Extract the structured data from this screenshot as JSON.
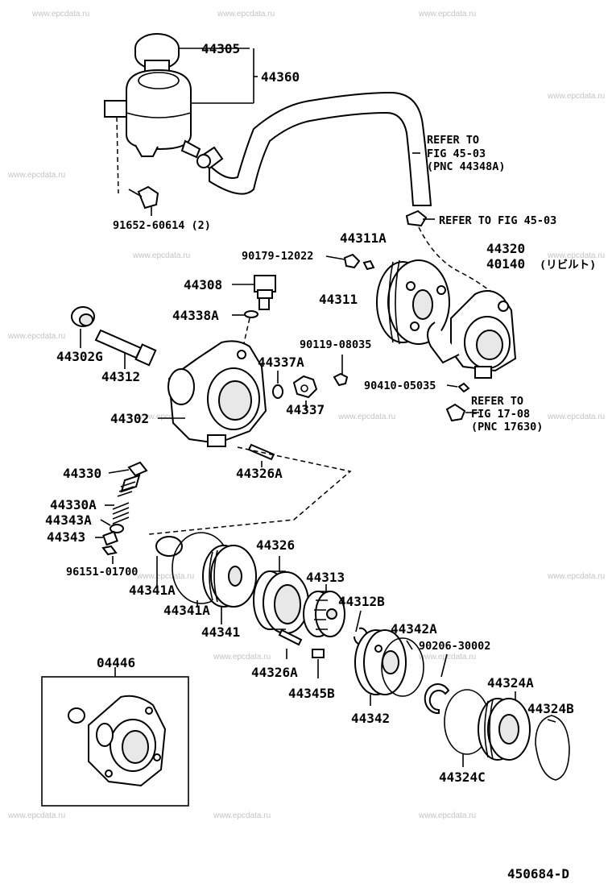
{
  "watermark": "www.epcdata.ru",
  "diagram_id": "450684-D",
  "labels": {
    "p44305": "44305",
    "p44360": "44360",
    "refer1a": "REFER TO",
    "refer1b": "FIG 45-03",
    "refer1c": "(PNC 44348A)",
    "p91652": "91652-60614 (2)",
    "refer2": "REFER TO FIG 45-03",
    "p44311A": "44311A",
    "p90179": "90179-12022",
    "p44320": "44320",
    "p40140": "40140",
    "rebuilt": "(リビルト)",
    "p44308": "44308",
    "p44338A": "44338A",
    "p44311": "44311",
    "p44302G": "44302G",
    "p44312": "44312",
    "p90119": "90119-08035",
    "p44337A": "44337A",
    "p90410": "90410-05035",
    "refer3a": "REFER TO",
    "refer3b": "FIG 17-08",
    "refer3c": "(PNC 17630)",
    "p44337": "44337",
    "p44302": "44302",
    "p44330": "44330",
    "p44326A_top": "44326A",
    "p44330A": "44330A",
    "p44343A": "44343A",
    "p44343": "44343",
    "p96151": "96151-01700",
    "p44326": "44326",
    "p44313": "44313",
    "p44341A_1": "44341A",
    "p44341A_2": "44341A",
    "p44312B": "44312B",
    "p44341": "44341",
    "p44342A": "44342A",
    "p90206": "90206-30002",
    "p44326A_bot": "44326A",
    "p04446": "04446",
    "p44345B": "44345B",
    "p44324A": "44324A",
    "p44342": "44342",
    "p44324B": "44324B",
    "p44324C": "44324C"
  }
}
